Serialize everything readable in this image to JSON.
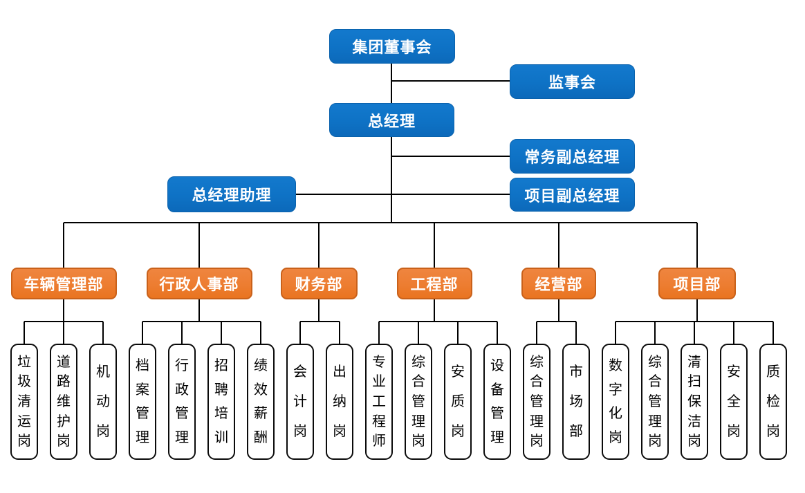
{
  "colors": {
    "primary_blue": "#0e72c5",
    "accent_orange": "#ed7d31",
    "line_black": "#000000",
    "position_box_bg": "#ffffff",
    "text_on_fill": "#ffffff",
    "text_on_white": "#000000"
  },
  "executive": {
    "board": "集团董事会",
    "supervisory": "监事会",
    "general_manager": "总经理",
    "executive_deputy_gm": "常务副总经理",
    "gm_assistant": "总经理助理",
    "project_deputy_gm": "项目副总经理"
  },
  "departments": [
    {
      "label": "车辆管理部",
      "positions": [
        "垃圾清运岗",
        "道路维护岗",
        "机动岗"
      ]
    },
    {
      "label": "行政人事部",
      "positions": [
        "档案管理",
        "行政管理",
        "招聘培训",
        "绩效薪酬"
      ]
    },
    {
      "label": "财务部",
      "positions": [
        "会计岗",
        "出纳岗"
      ]
    },
    {
      "label": "工程部",
      "positions": [
        "专业工程师",
        "综合管理岗",
        "安质岗",
        "设备管理"
      ]
    },
    {
      "label": "经营部",
      "positions": [
        "综合管理岗",
        "市场部"
      ]
    },
    {
      "label": "项目部",
      "positions": [
        "数字化岗",
        "综合管理岗",
        "清扫保洁岗",
        "安全岗",
        "质检岗"
      ]
    }
  ]
}
